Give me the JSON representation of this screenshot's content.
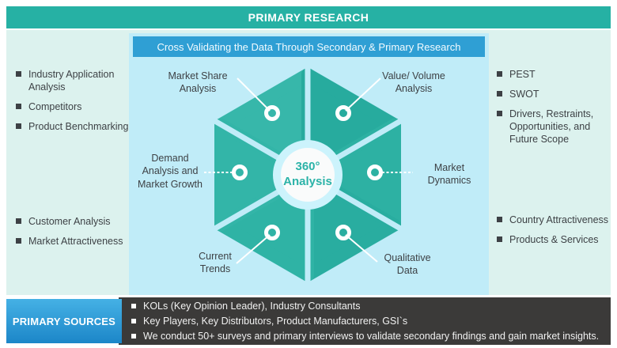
{
  "header": {
    "title": "PRIMARY RESEARCH"
  },
  "diagram": {
    "title": "Cross Validating the Data Through Secondary & Primary Research",
    "center": {
      "line1": "360°",
      "line2": "Analysis"
    },
    "segments": [
      {
        "id": "market-share-analysis",
        "label": "Market Share\nAnalysis"
      },
      {
        "id": "value-volume-analysis",
        "label": "Value/ Volume\nAnalysis"
      },
      {
        "id": "demand-analysis-market-growth",
        "label": "Demand\nAnalysis and\nMarket Growth"
      },
      {
        "id": "market-dynamics",
        "label": "Market\nDynamics"
      },
      {
        "id": "current-trends",
        "label": "Current\nTrends"
      },
      {
        "id": "qualitative-data",
        "label": "Qualitative\nData"
      }
    ]
  },
  "left_list": {
    "top": [
      "Industry Application Analysis",
      "Competitors",
      "Product Benchmarking"
    ],
    "bottom": [
      "Customer Analysis",
      "Market Attractiveness"
    ]
  },
  "right_list": {
    "top": [
      "PEST",
      "SWOT",
      "Drivers, Restraints, Opportunities, and Future Scope"
    ],
    "bottom": [
      "Country Attractiveness",
      "Products & Services"
    ]
  },
  "primary_sources": {
    "label": "PRIMARY SOURCES",
    "items": [
      "KOLs (Key Opinion Leader), Industry Consultants",
      "Key Players, Key Distributors, Product Manufacturers, GSI`s",
      "We conduct 50+ surveys and primary interviews to validate secondary findings and gain market insights."
    ]
  },
  "colors": {
    "teal_header": "#26b1a4",
    "outer_panel_mint": "#dcf2ee",
    "inner_panel_cyan": "#c0ecf8",
    "diagram_title_blue": "#2f9fd4",
    "hexagon_teal": "#2db1a3",
    "center_halo": "#ccf3fc",
    "sources_blue_top": "#45b1e5",
    "sources_blue_bottom": "#1c86c8",
    "dark_box": "#3b3a39",
    "text_dark": "#3d4145"
  }
}
